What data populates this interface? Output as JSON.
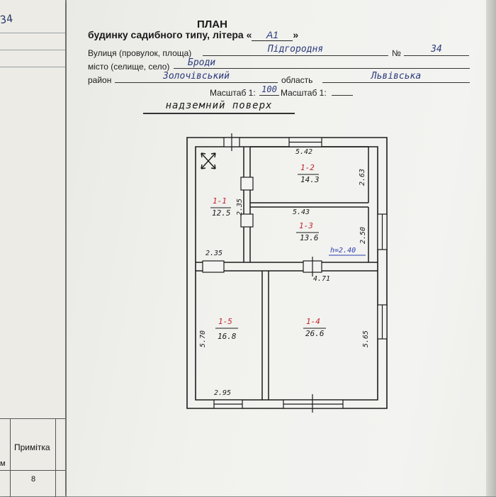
{
  "left_sheet": {
    "number": "34",
    "table_header": "Примітка",
    "table_number": "8",
    "table_fragment": "м"
  },
  "header": {
    "title": "ПЛАН",
    "subtitle_prefix": "будинку садибного типу, літера «",
    "letter": "А1",
    "subtitle_suffix": "»"
  },
  "address": {
    "street_label": "Вулиця (провулок, площа)",
    "street_value": "Підгородня",
    "number_label": "№",
    "number_value": "34",
    "city_label": "місто (селище, село)",
    "city_value": "Броди",
    "district_label": "район",
    "district_value": "Золочівський",
    "region_label": "область",
    "region_value": "Львівська"
  },
  "scale": {
    "label1": "Масштаб 1:",
    "value1": "100",
    "label2": "Масштаб 1:"
  },
  "floor_label": "надземний поверх",
  "rooms": [
    {
      "id": "1-1",
      "area": "12.5"
    },
    {
      "id": "1-2",
      "area": "14.3"
    },
    {
      "id": "1-3",
      "area": "13.6"
    },
    {
      "id": "1-4",
      "area": "26.6"
    },
    {
      "id": "1-5",
      "area": "16.8"
    }
  ],
  "dimensions": {
    "d_542": "5.42",
    "d_263": "2.63",
    "d_543": "5.43",
    "d_250": "2.50",
    "d_235_v": "2.35",
    "d_235_h": "2.35",
    "d_471": "4.71",
    "d_570": "5.70",
    "d_565": "5.65",
    "d_295": "2.95"
  },
  "height_note": "h=2.40",
  "colors": {
    "ink": "#1c1c1c",
    "red": "#c0262b",
    "blue": "#2b3fb0",
    "pen": "#2a3a7a"
  }
}
